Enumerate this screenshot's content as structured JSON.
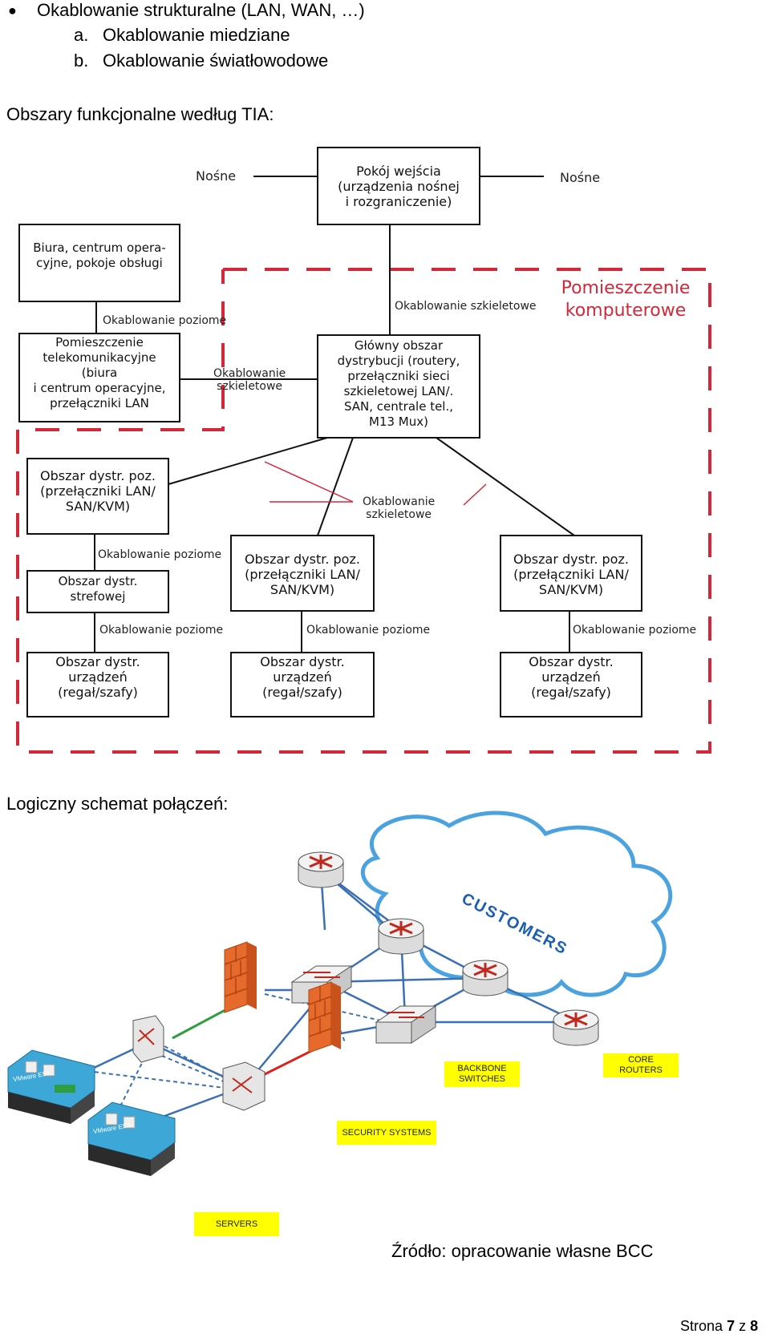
{
  "list": {
    "bullet_item": "Okablowanie strukturalne (LAN, WAN, …)",
    "sub_a_marker": "a.",
    "sub_a": "Okablowanie miedziane",
    "sub_b_marker": "b.",
    "sub_b": "Okablowanie światłowodowe"
  },
  "section1_title": "Obszary funkcjonalne według TIA:",
  "tia": {
    "nosne_left": "Nośne",
    "nosne_right": "Nośne",
    "entrance_room": [
      "Pokój wejścia",
      "(urządzenia nośnej",
      "i rozgraniczenie)"
    ],
    "offices": [
      "Biura, centrum opera-",
      "cyjne, pokoje obsługi"
    ],
    "telecom_room": [
      "Pomieszczenie",
      "telekomunikacyjne",
      "(biura",
      "i centrum operacyjne,",
      "przełączniki LAN"
    ],
    "main_dist": [
      "Główny obszar",
      "dystrybucji (routery,",
      "przełączniki sieci",
      "szkieletowej LAN/.",
      "SAN, centrale tel.,",
      "M13 Mux)"
    ],
    "computer_room": [
      "Pomieszczenie",
      "komputerowe"
    ],
    "backbone_top": "Okablowanie szkieletowe",
    "horiz_top": "Okablowanie poziome",
    "backbone_mid": [
      "Okablowanie",
      "szkieletowe"
    ],
    "backbone_center": [
      "Okablowanie",
      "szkieletowe"
    ],
    "hda_left": [
      "Obszar dystr. poz.",
      "(przełączniki LAN/",
      "SAN/KVM)"
    ],
    "hda_mid": [
      "Obszar dystr. poz.",
      "(przełączniki LAN/",
      "SAN/KVM)"
    ],
    "hda_right": [
      "Obszar dystr. poz.",
      "(przełączniki LAN/",
      "SAN/KVM)"
    ],
    "horiz_left1": "Okablowanie poziome",
    "zone": [
      "Obszar dystr.",
      "strefowej"
    ],
    "horiz_left2": "Okablowanie poziome",
    "horiz_mid": "Okablowanie poziome",
    "horiz_right": "Okablowanie poziome",
    "eda_left": [
      "Obszar dystr.",
      "urządzeń",
      "(regał/szafy)"
    ],
    "eda_mid": [
      "Obszar dystr.",
      "urządzeń",
      "(regał/szafy)"
    ],
    "eda_right": [
      "Obszar dystr.",
      "urządzeń",
      "(regał/szafy)"
    ]
  },
  "section2_title": "Logiczny schemat połączeń:",
  "net": {
    "customers": "CUSTOMERS",
    "backbone_switches": [
      "BACKBONE",
      "SWITCHES"
    ],
    "core_routers": [
      "CORE",
      "ROUTERS"
    ],
    "security_systems": "SECURITY SYSTEMS",
    "servers": "SERVERS",
    "server_label": "VMware ESX"
  },
  "source": "Źródło: opracowanie własne BCC",
  "page": {
    "prefix": "Strona",
    "current": "7",
    "sep": "z",
    "total": "8"
  },
  "colors": {
    "dash_red": "#d4283a",
    "line_blue": "#3b6fb6",
    "cloud": "#4aa3df",
    "yellow": "#ffff00",
    "green": "#2e9e3e",
    "router_red": "#c0281e"
  }
}
